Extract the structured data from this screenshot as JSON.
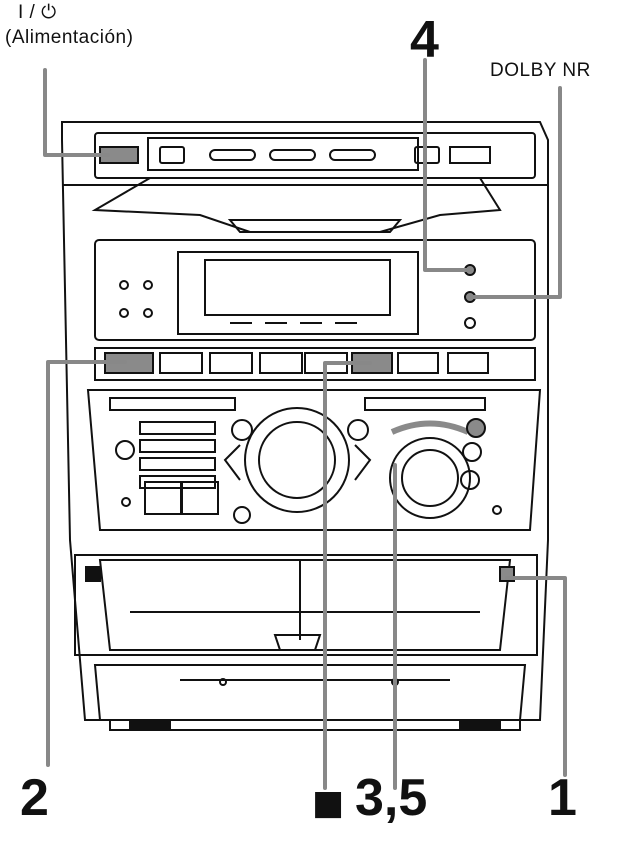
{
  "labels": {
    "power_symbol": "I / ⏻",
    "power_caption": "(Alimentación)",
    "dolby": "DOLBY NR",
    "step4": "4",
    "step2": "2",
    "stop_symbol": "■",
    "step35": "3,5",
    "step1": "1"
  },
  "colors": {
    "line": "#111111",
    "highlight": "#8a8a8a",
    "body": "#ffffff"
  }
}
